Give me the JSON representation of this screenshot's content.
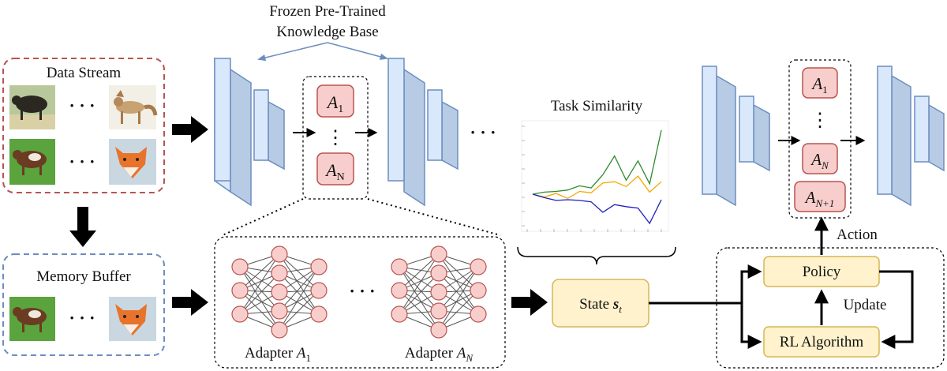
{
  "knowledge_base": {
    "line1": "Frozen Pre-Trained",
    "line2": "Knowledge Base"
  },
  "data_stream": {
    "title": "Data Stream",
    "dots": "· · ·"
  },
  "memory_buffer": {
    "title": "Memory Buffer",
    "dots": "· · ·"
  },
  "adapter_stack": {
    "first": {
      "var": "A",
      "sub": "1"
    },
    "vdots": "⋮",
    "last": {
      "var": "A",
      "sub": "N"
    }
  },
  "between_dots": "· · ·",
  "adapter_detail": {
    "dots": "· · ·",
    "label_first": {
      "prefix": "Adapter ",
      "var": "A",
      "sub": "1"
    },
    "label_last": {
      "prefix": "Adapter ",
      "var": "A",
      "sub": "N"
    }
  },
  "task_similarity": {
    "title": "Task Similarity",
    "series": [
      {
        "color": "#2e8b2e",
        "values": [
          0,
          0.3,
          0.4,
          0.6,
          1.2,
          0.9,
          2.8,
          5.5,
          2.0,
          4.8,
          1.5,
          9.2
        ]
      },
      {
        "color": "#f2a900",
        "values": [
          0,
          -0.4,
          0.1,
          -0.6,
          0.4,
          0.2,
          1.6,
          1.8,
          1.1,
          2.6,
          0.3,
          1.8
        ]
      },
      {
        "color": "#1f1fbf",
        "values": [
          0,
          -0.5,
          -0.9,
          -0.8,
          -0.9,
          -1.1,
          -2.6,
          -1.5,
          -1.8,
          -2.0,
          -4.2,
          -0.8
        ]
      }
    ],
    "ylim": [
      -5,
      10
    ]
  },
  "state": {
    "prefix": "State ",
    "var": "s",
    "sub": "t"
  },
  "policy_box": {
    "label": "Policy"
  },
  "rl_box": {
    "label": "RL Algorithm"
  },
  "update_label": "Update",
  "action_label": "Action",
  "output_stack": {
    "first": {
      "var": "A",
      "sub": "1"
    },
    "vdots": "⋮",
    "nth": {
      "var": "A",
      "sub": "N"
    },
    "new": {
      "var": "A",
      "sub": "N+1"
    }
  },
  "colors": {
    "adapter_fill": "#f8cecc",
    "adapter_stroke": "#b85450",
    "block_fill": "#dae8fc",
    "block_stroke": "#6c8ebf",
    "yellow_fill": "#fff2cc",
    "yellow_stroke": "#d6b656",
    "node_fill": "#f8cecc",
    "node_stroke": "#b85450",
    "data_border": "#b85450",
    "memory_border": "#6c8ebf",
    "kb_arrow": "#6c8ebf"
  }
}
